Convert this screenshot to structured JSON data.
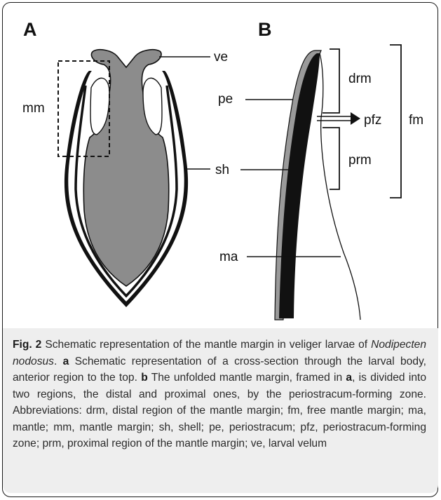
{
  "panels": {
    "a": "A",
    "b": "B"
  },
  "labels": {
    "ve": "ve",
    "mm": "mm",
    "pe": "pe",
    "sh": "sh",
    "ma": "ma",
    "drm": "drm",
    "pfz": "pfz",
    "prm": "prm",
    "fm": "fm"
  },
  "caption": {
    "fig_label": "Fig. 2",
    "title_pre": " Schematic representation of the mantle margin in veliger larvae of ",
    "species": "Nodipecten nodosus",
    "title_post": ".",
    "a_ref": "a",
    "a_text": " Schematic representation of a cross-section through the larval body, anterior region to the top.",
    "b_ref": "b",
    "b_text_pre": " The unfolded mantle margin, framed in ",
    "b_text_ref": "a",
    "b_text_post": ", is divided into two regions, the distal and proximal ones, by the periostracum-forming zone. Abbreviations: drm, distal region of the mantle margin; fm, free mantle margin; ma, mantle; mm, mantle margin; sh, shell; pe, periostracum; pfz, periostracum-forming zone; prm, proximal region of the mantle margin; ve, larval velum"
  },
  "colors": {
    "body_fill": "#8c8c8c",
    "shell": "#111111",
    "periostracum": "#9a9a9a"
  }
}
